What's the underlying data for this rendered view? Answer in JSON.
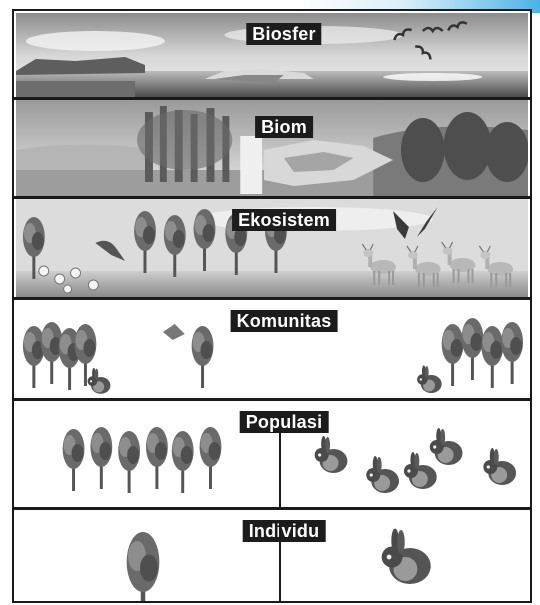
{
  "levels": {
    "biosfer": "Biosfer",
    "biom": "Biom",
    "ekosistem": "Ekosistem",
    "komunitas": "Komunitas",
    "populasi": "Populasi",
    "individu": "Individu"
  }
}
